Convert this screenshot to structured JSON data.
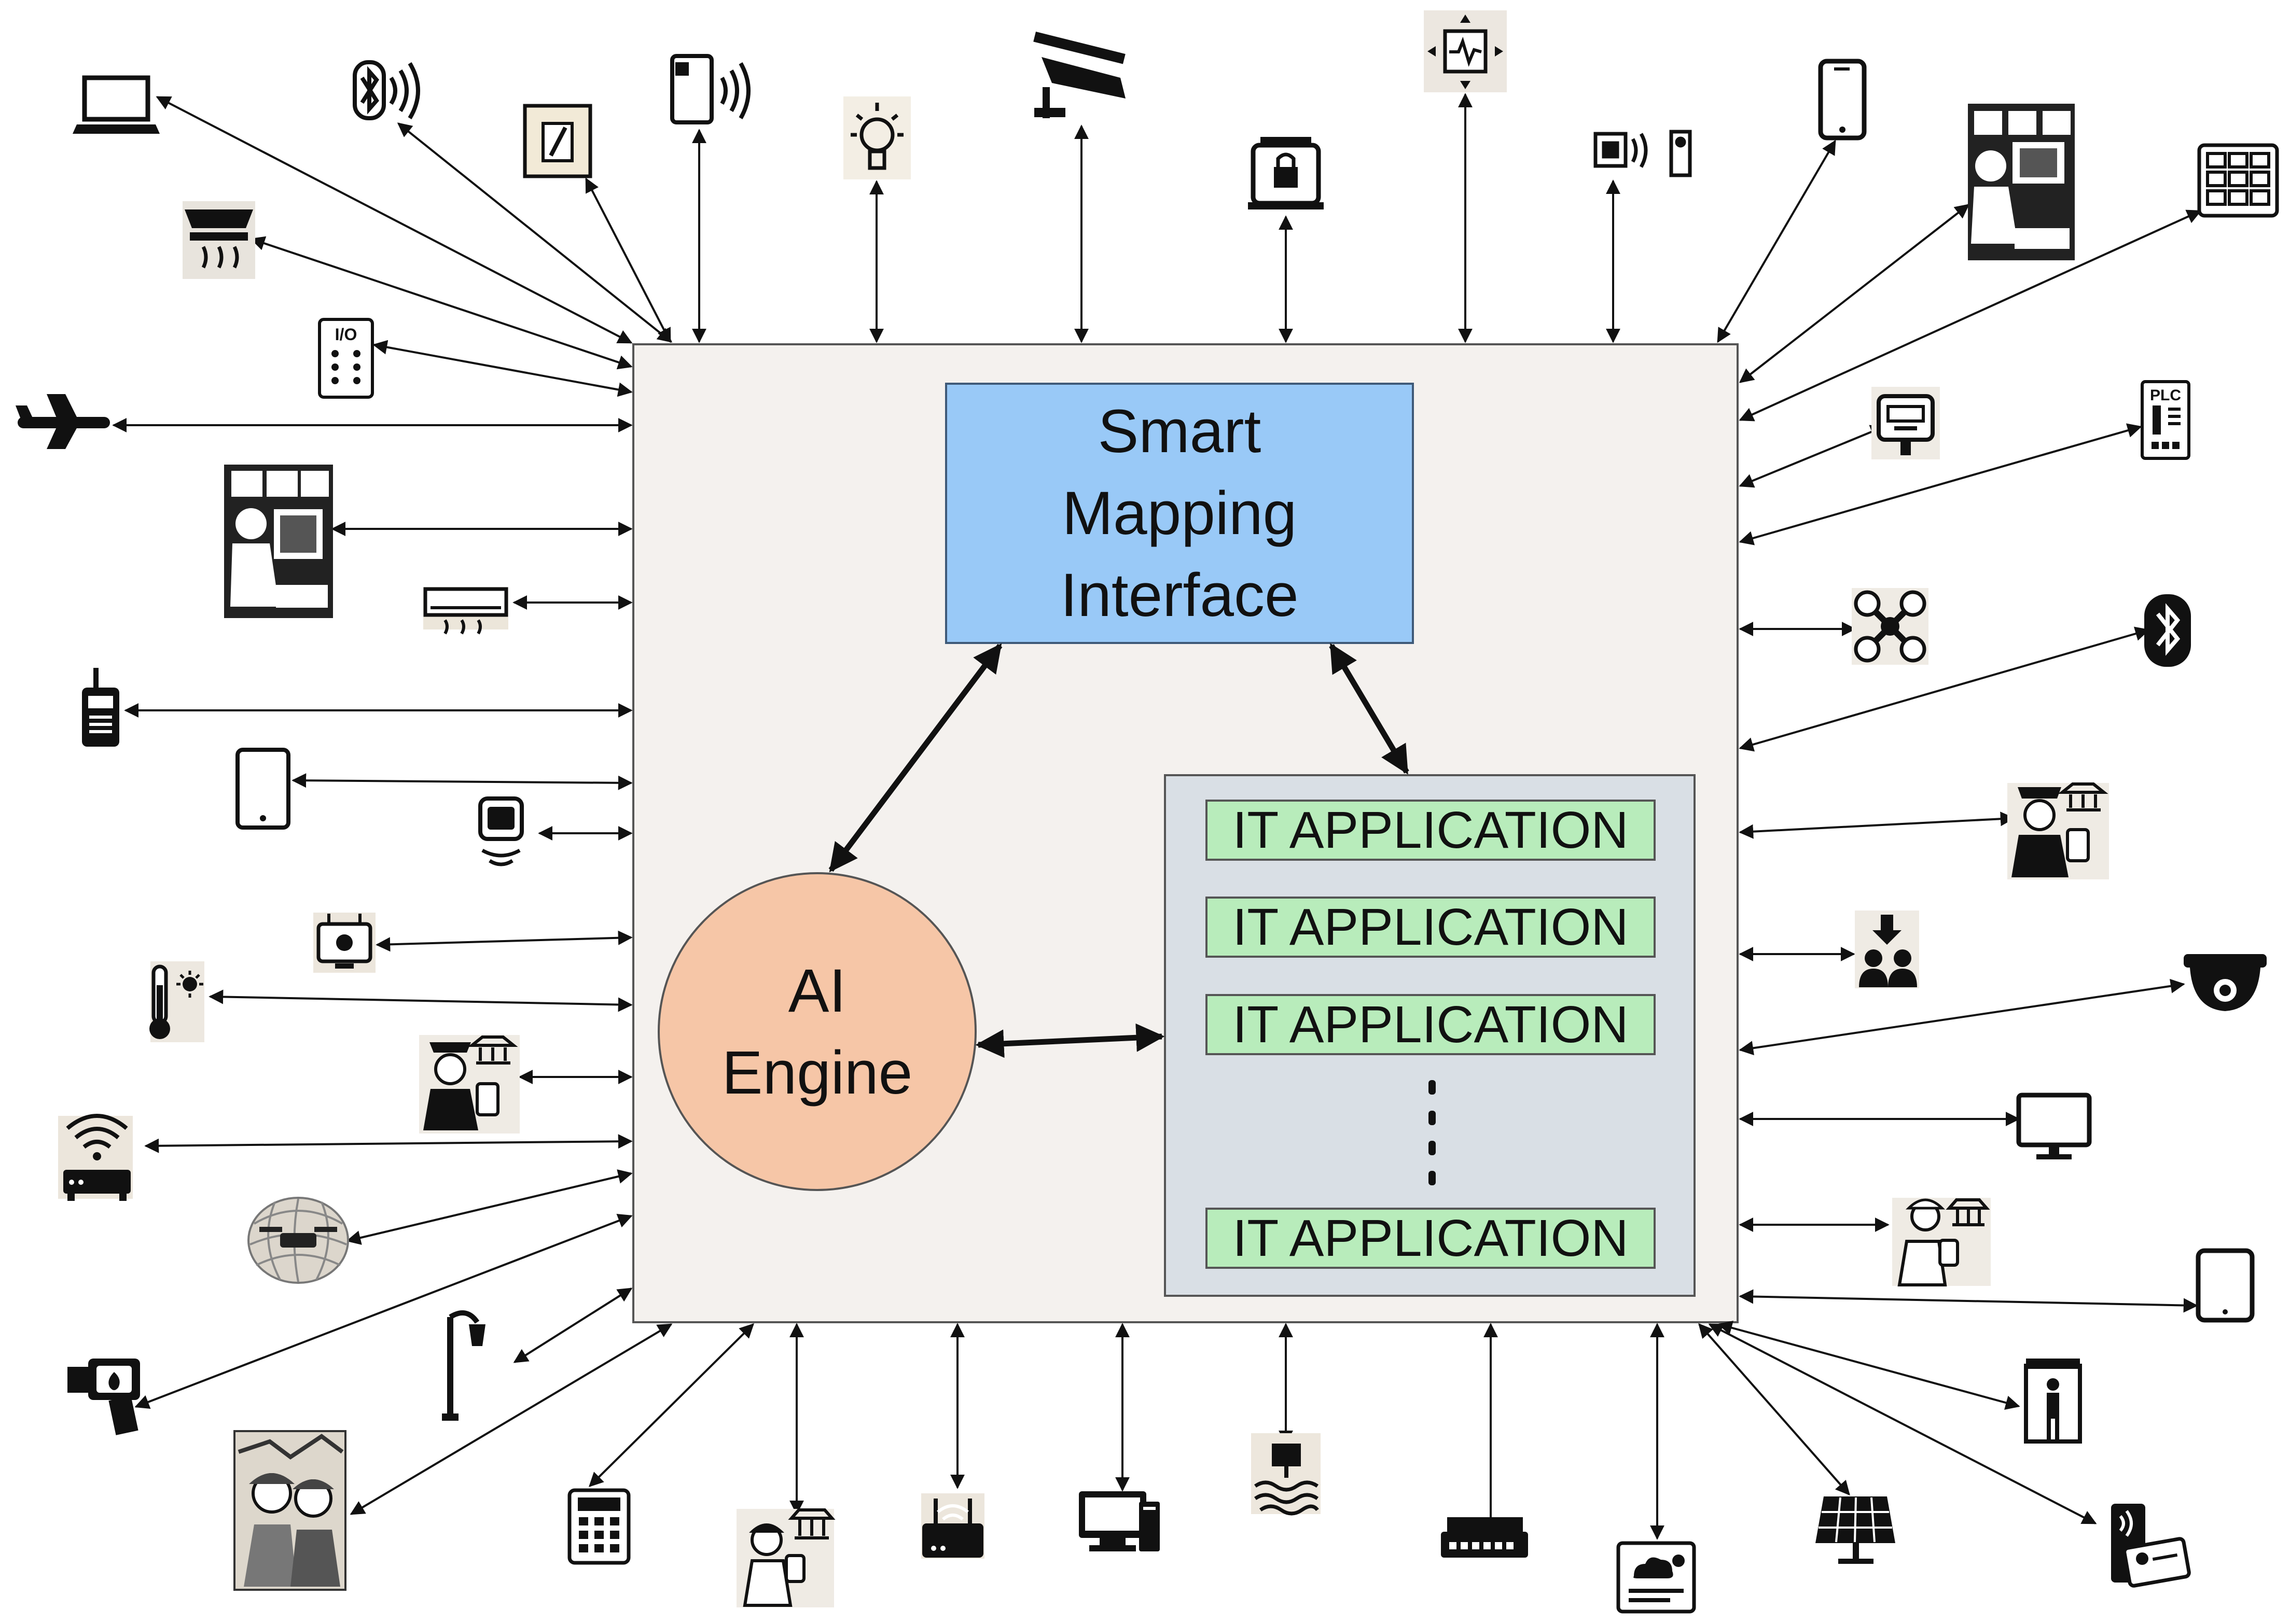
{
  "hub": {
    "smart_mapping": {
      "lines": [
        "Smart",
        "Mapping",
        "Interface"
      ],
      "fill": "#99c9f7"
    },
    "ai_engine": {
      "lines": [
        "AI",
        "Engine"
      ],
      "fill": "#f6c6a7"
    },
    "it_applications": {
      "items": [
        "IT APPLICATION",
        "IT APPLICATION",
        "IT APPLICATION",
        "IT APPLICATION"
      ],
      "fill": "#b8ecbb",
      "panel_fill": "#d9dfe5"
    },
    "background": "#f4f1ee"
  },
  "icon_labels": {
    "io_module": "I/O",
    "plc": "PLC"
  },
  "devices": [
    "laptop-icon",
    "bluetooth-speaker-icon",
    "smart-switch-icon",
    "nfc-card-icon",
    "smart-bulb-icon",
    "security-camera-icon",
    "lock-device-icon",
    "sensor-hub-icon",
    "rfid-reader-icon",
    "smartphone-icon",
    "control-room-operator-icon",
    "keypad-icon",
    "smoke-detector-icon",
    "io-module-icon",
    "airplane-icon",
    "surveillance-operator-icon",
    "air-conditioner-icon",
    "walkie-talkie-icon",
    "tablet-icon",
    "wearable-sensor-icon",
    "weather-station-icon",
    "thermometer-icon",
    "police-officer-icon",
    "wifi-router-icon",
    "drone-net-icon",
    "street-lamp-icon",
    "thermal-camera-icon",
    "tourists-icon",
    "calculator-keypad-icon",
    "tourist-guide-icon",
    "wifi-modem-icon",
    "desktop-computer-icon",
    "flood-sensor-icon",
    "network-switch-icon",
    "weather-display-icon",
    "solar-panel-icon",
    "badge-reader-icon",
    "body-scanner-icon",
    "tablet-device-icon",
    "hiker-icon",
    "monitor-icon",
    "dome-camera-icon",
    "evacuation-icon",
    "security-guard-icon",
    "bluetooth-icon",
    "quadcopter-icon",
    "plc-icon",
    "smart-meter-icon"
  ]
}
